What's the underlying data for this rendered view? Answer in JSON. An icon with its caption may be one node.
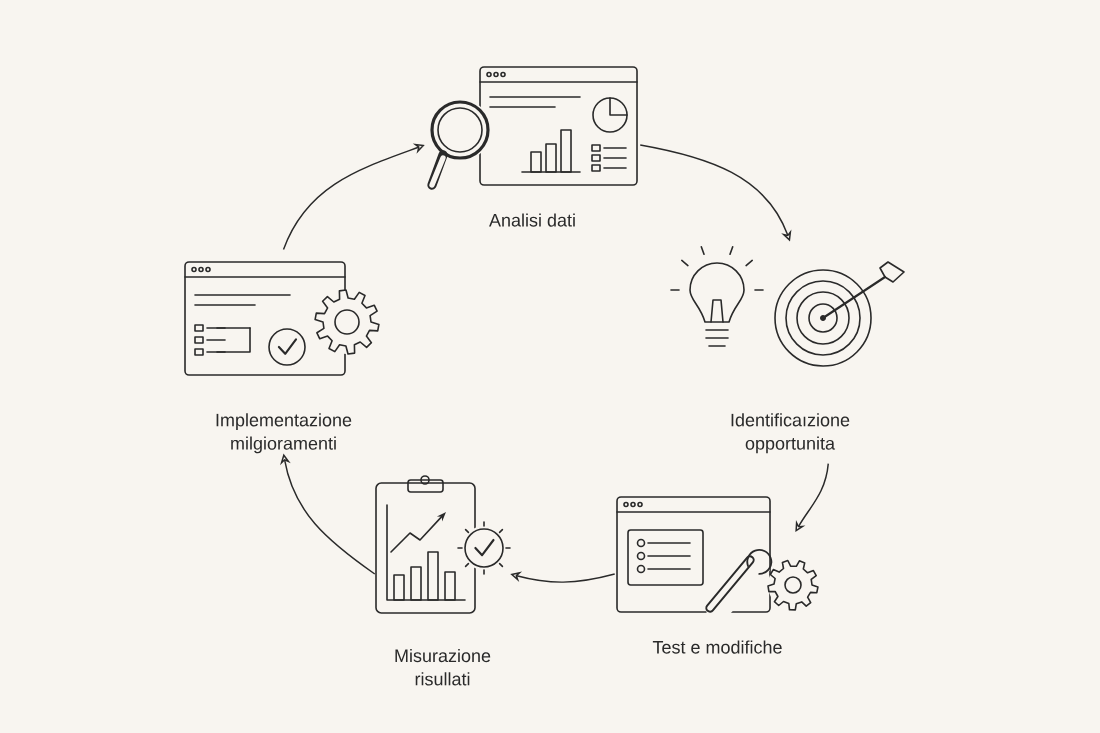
{
  "diagram": {
    "nodes": [
      {
        "text": [
          "Analisi dati"
        ]
      },
      {
        "text": [
          "Identificaızione opportunita"
        ]
      },
      {
        "text": [
          "Test e modifiche"
        ]
      },
      {
        "text": [
          "Misurazione risullati"
        ]
      },
      {
        "text": [
          "Implementazione milgioramenti"
        ]
      }
    ],
    "edges": [
      {
        "from": 0,
        "to": 1,
        "arrow": "to"
      },
      {
        "from": 1,
        "to": 2,
        "arrow": "to"
      },
      {
        "from": 2,
        "to": 3,
        "arrow": "to"
      },
      {
        "from": 3,
        "to": 4,
        "arrow": "to"
      },
      {
        "from": 4,
        "to": 0,
        "arrow": "to"
      }
    ]
  }
}
